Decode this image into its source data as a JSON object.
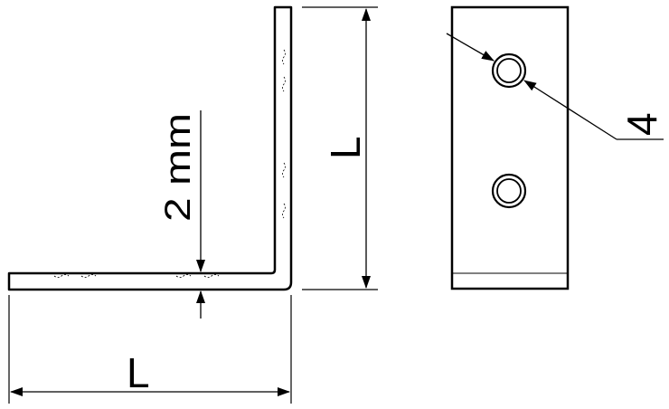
{
  "diagram": {
    "side_view": {
      "thickness_label": "2 mm",
      "height_label": "L",
      "width_label": "L"
    },
    "front_view": {
      "hole_label": "4"
    },
    "colors": {
      "stroke": "#000000",
      "background": "#ffffff"
    }
  }
}
